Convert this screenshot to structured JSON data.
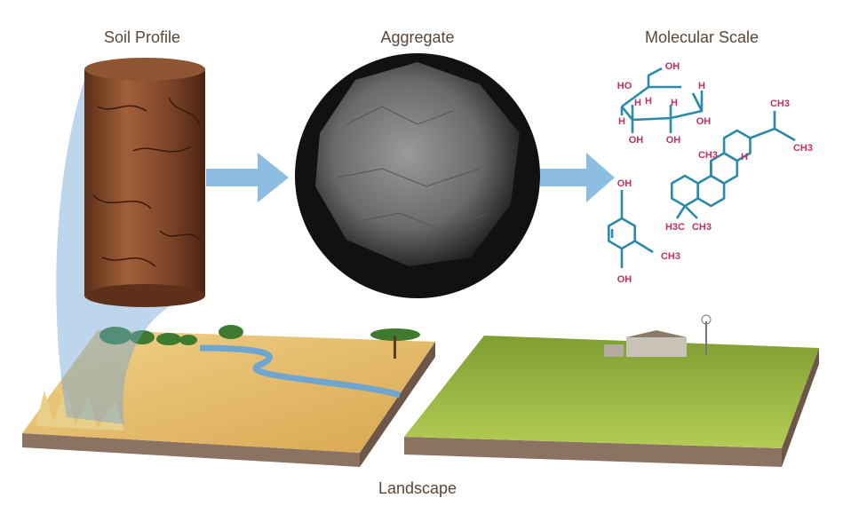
{
  "titles": {
    "soil_profile": "Soil Profile",
    "aggregate": "Aggregate",
    "molecular_scale": "Molecular Scale",
    "landscape": "Landscape"
  },
  "colors": {
    "title_text": "#5a4636",
    "arrow": "#8dbde0",
    "bond": "#2a8aa8",
    "atom_label": "#c03060",
    "soil": "#7a4326",
    "dry_field": "#e3b866",
    "green_field": "#9cbb3e"
  },
  "molecules": {
    "sugar": [
      "OH",
      "HO",
      "H",
      "H",
      "H",
      "H",
      "H",
      "OH",
      "OH",
      "OH"
    ],
    "terpene": [
      "CH3",
      "CH3",
      "CH3",
      "H",
      "H3C",
      "CH3"
    ],
    "phenol": [
      "OH",
      "OH",
      "CH3"
    ]
  }
}
